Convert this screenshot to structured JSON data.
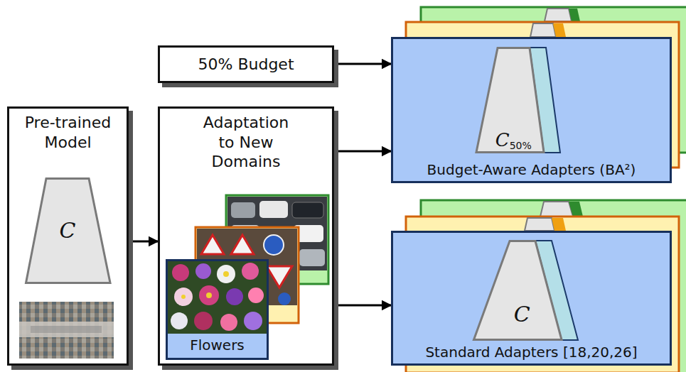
{
  "diagram": {
    "nodes": [
      {
        "text": [
          "Pre-trained Model"
        ]
      },
      {
        "text": [
          "C"
        ],
        "in": 0
      },
      {
        "text": [
          "50% Budget"
        ]
      },
      {
        "text": [
          "Adaptation to New Domains"
        ]
      },
      {
        "text": [
          "Flowers"
        ],
        "in": 3
      },
      {
        "text": [
          "Budget-Aware Adapters (BA²)"
        ]
      },
      {
        "text": [
          "C",
          "50%"
        ],
        "in": 5
      },
      {
        "text": [
          "Standard Adapters [18,20,26]"
        ]
      },
      {
        "text": [
          "C"
        ],
        "in": 7
      }
    ],
    "edges": [
      {
        "from": 0,
        "to": 3,
        "arrow": "to"
      },
      {
        "from": 2,
        "to": 5,
        "arrow": "to"
      },
      {
        "from": 3,
        "to": 5,
        "arrow": "to"
      },
      {
        "from": 3,
        "to": 7,
        "arrow": "to"
      }
    ]
  }
}
